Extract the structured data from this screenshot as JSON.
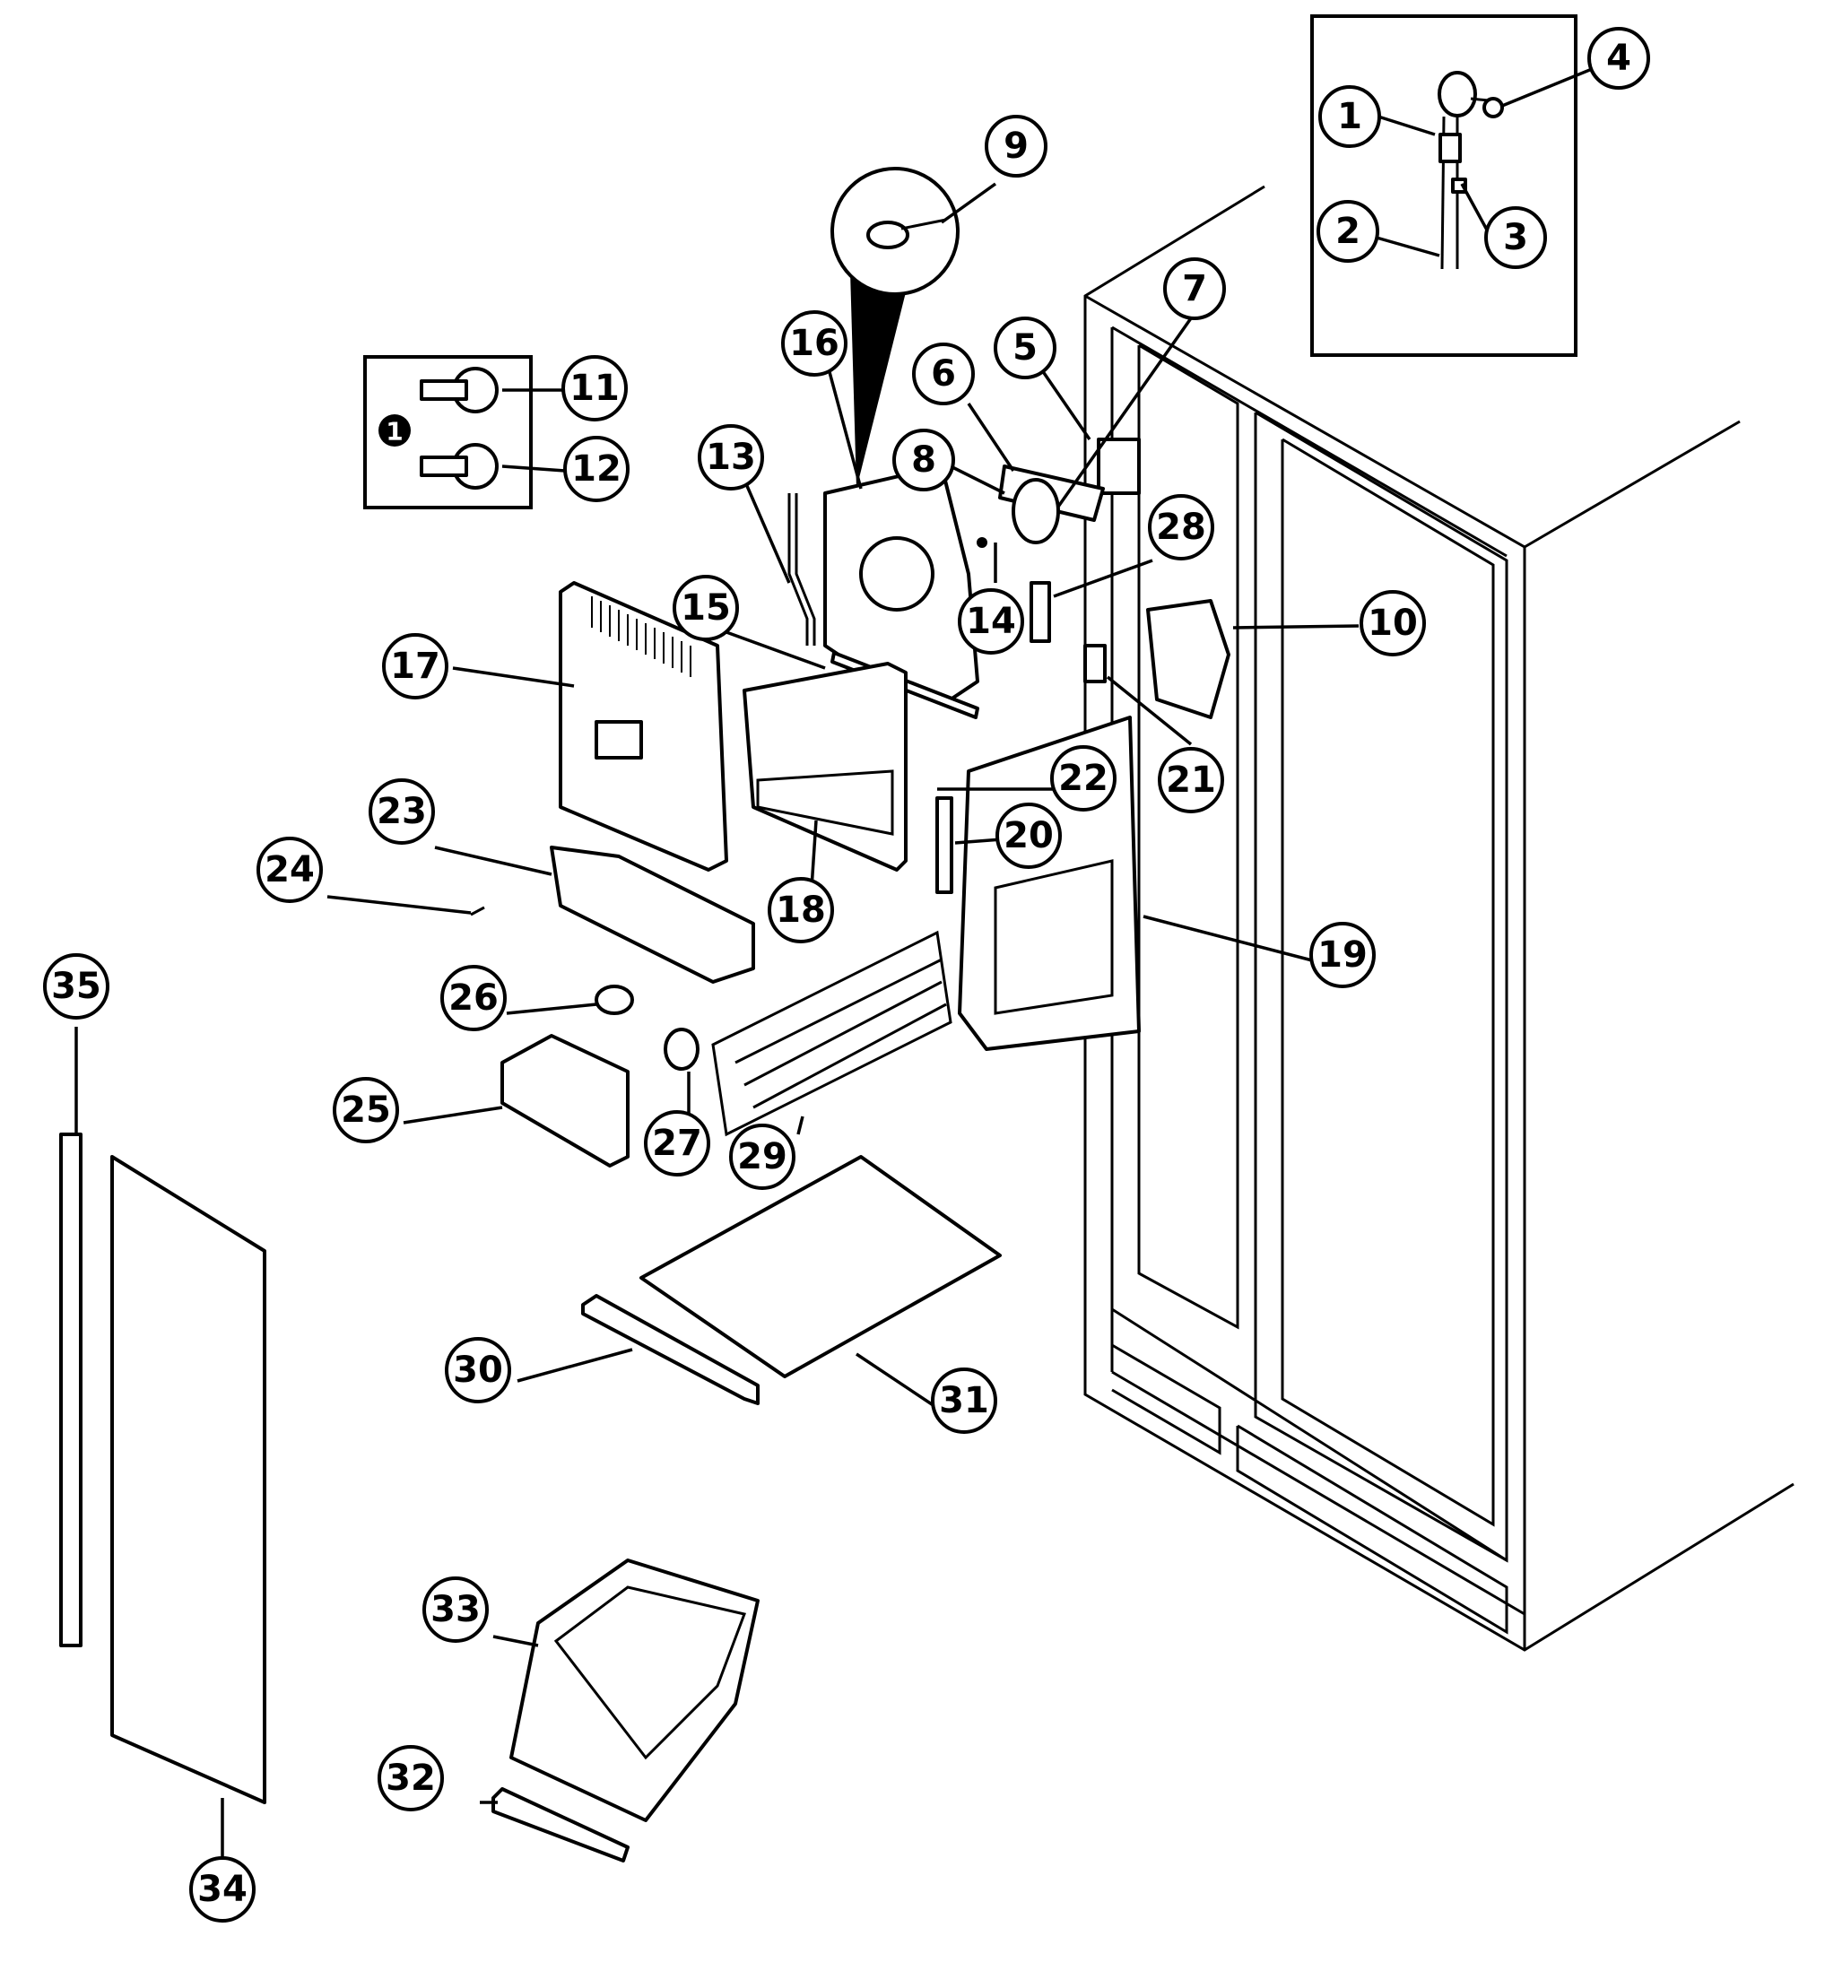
{
  "callouts": [
    {
      "id": "c1",
      "label": "1"
    },
    {
      "id": "c2",
      "label": "2"
    },
    {
      "id": "c3",
      "label": "3"
    },
    {
      "id": "c4",
      "label": "4"
    },
    {
      "id": "c5",
      "label": "5"
    },
    {
      "id": "c6",
      "label": "6"
    },
    {
      "id": "c7",
      "label": "7"
    },
    {
      "id": "c8",
      "label": "8"
    },
    {
      "id": "c9",
      "label": "9"
    },
    {
      "id": "c10",
      "label": "10"
    },
    {
      "id": "c11",
      "label": "11"
    },
    {
      "id": "c12",
      "label": "12"
    },
    {
      "id": "c13",
      "label": "13"
    },
    {
      "id": "c14",
      "label": "14"
    },
    {
      "id": "c15",
      "label": "15"
    },
    {
      "id": "c16",
      "label": "16"
    },
    {
      "id": "c17",
      "label": "17"
    },
    {
      "id": "c18",
      "label": "18"
    },
    {
      "id": "c19",
      "label": "19"
    },
    {
      "id": "c20",
      "label": "20"
    },
    {
      "id": "c21",
      "label": "21"
    },
    {
      "id": "c22",
      "label": "22"
    },
    {
      "id": "c23",
      "label": "23"
    },
    {
      "id": "c24",
      "label": "24"
    },
    {
      "id": "c25",
      "label": "25"
    },
    {
      "id": "c26",
      "label": "26"
    },
    {
      "id": "c27",
      "label": "27"
    },
    {
      "id": "c28",
      "label": "28"
    },
    {
      "id": "c29",
      "label": "29"
    },
    {
      "id": "c30",
      "label": "30"
    },
    {
      "id": "c31",
      "label": "31"
    },
    {
      "id": "c32",
      "label": "32"
    },
    {
      "id": "c33",
      "label": "33"
    },
    {
      "id": "c34",
      "label": "34"
    },
    {
      "id": "c35",
      "label": "35"
    }
  ],
  "inset_marker": "1"
}
